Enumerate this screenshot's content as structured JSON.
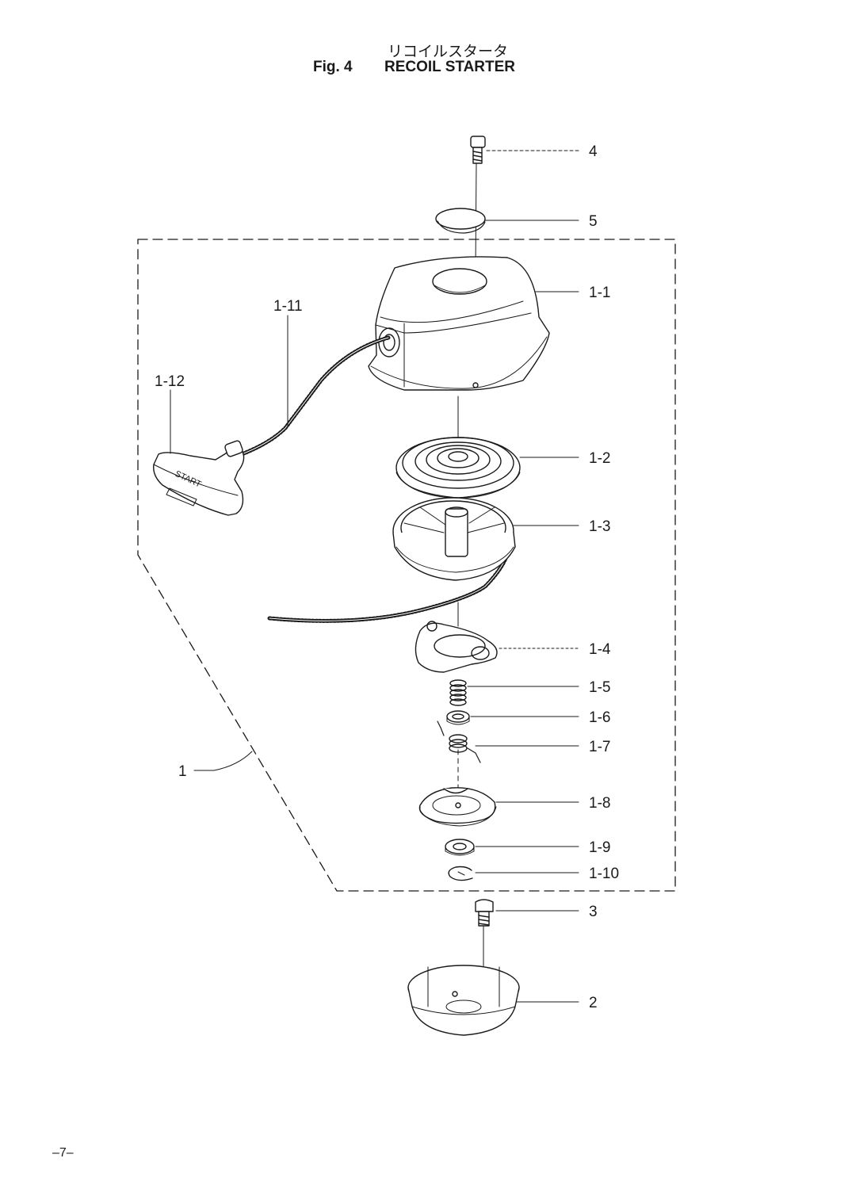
{
  "header": {
    "title_jp": "リコイルスタータ",
    "fig_number": "Fig. 4",
    "title_en": "RECOIL STARTER"
  },
  "handle_text": "START",
  "callouts": {
    "p4": "4",
    "p5": "5",
    "p1_1": "1-1",
    "p1_11": "1-11",
    "p1_12": "1-12",
    "p1_2": "1-2",
    "p1_3": "1-3",
    "p1_4": "1-4",
    "p1_5": "1-5",
    "p1_6": "1-6",
    "p1_7": "1-7",
    "p1": "1",
    "p1_8": "1-8",
    "p1_9": "1-9",
    "p1_10": "1-10",
    "p3": "3",
    "p2": "2"
  },
  "footer": {
    "page_number": "–7–"
  }
}
